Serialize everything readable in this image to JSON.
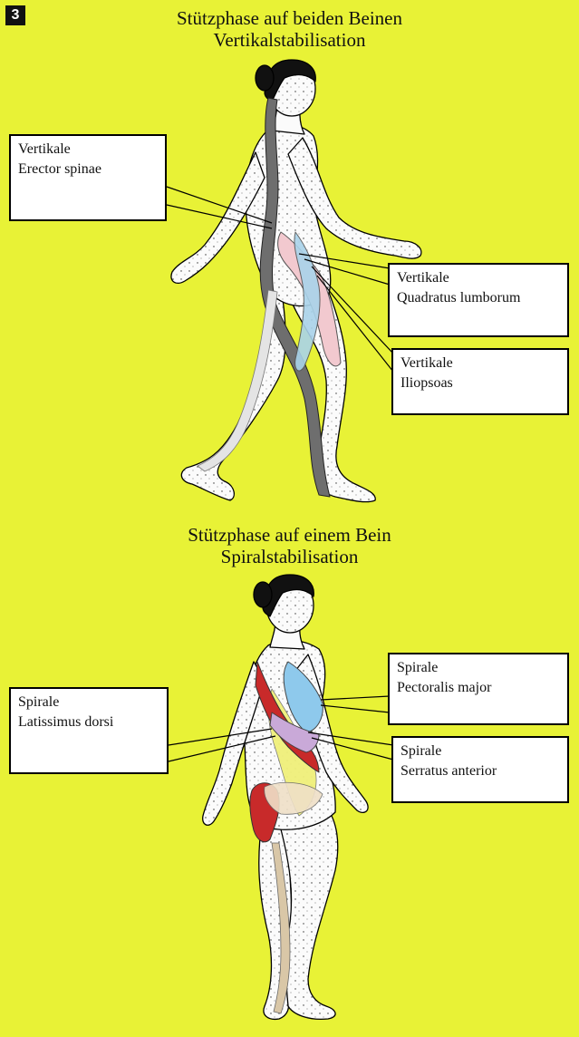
{
  "figure_number": "3",
  "sections": [
    {
      "title_line1": "Stützphase auf beiden Beinen",
      "title_line2": "Vertikalstabilisation",
      "labels": [
        {
          "line1": "Vertikale",
          "line2": "Erector spinae"
        },
        {
          "line1": "Vertikale",
          "line2": "Quadratus lumborum"
        },
        {
          "line1": "Vertikale",
          "line2": "Iliopsoas"
        }
      ]
    },
    {
      "title_line1": "Stützphase auf einem Bein",
      "title_line2": "Spiralstabilisation",
      "labels": [
        {
          "line1": "Spirale",
          "line2": "Latissimus dorsi"
        },
        {
          "line1": "Spirale",
          "line2": "Pectoralis major"
        },
        {
          "line1": "Spirale",
          "line2": "Serratus anterior"
        }
      ]
    }
  ],
  "colors": {
    "background": "#e8f236",
    "erector_spinae": "#6e6e6e",
    "quadratus_lumborum": "#f2c9cf",
    "iliopsoas": "#a9d3ea",
    "latissimus_dorsi": "#c82a2a",
    "pectoralis_major": "#8ec9ec",
    "serratus_anterior": "#c9a9d8"
  }
}
